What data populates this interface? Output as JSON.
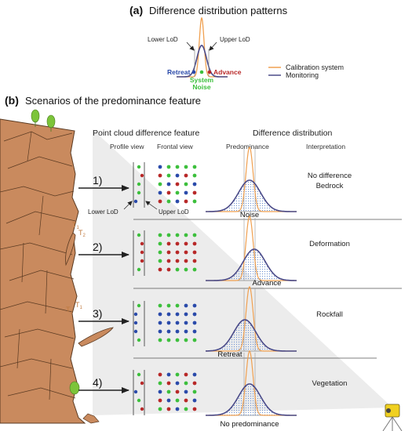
{
  "panel_a": {
    "label": "(a)",
    "title": "Difference distribution patterns",
    "lower_lod": "Lower LoD",
    "upper_lod": "Upper LoD",
    "retreat": "Retreat",
    "advance": "Advance",
    "system": "System",
    "noise": "Noise",
    "legend": [
      {
        "label": "Calibration system",
        "color": "#f0a050"
      },
      {
        "label": "Monitoring",
        "color": "#4a4a88"
      }
    ]
  },
  "panel_b": {
    "label": "(b)",
    "title": "Scenarios of the predominance feature",
    "header_feature": "Point cloud difference feature",
    "header_distribution": "Difference distribution",
    "col_profile": "Profile view",
    "col_frontal": "Frontal view",
    "col_predominance": "Predominance",
    "col_interpretation": "Interpretation",
    "lower_lod": "Lower LoD",
    "upper_lod": "Upper LoD",
    "t1": "T",
    "t2": "T",
    "sub1": "1",
    "sub2": "2",
    "scenarios": [
      {
        "num": "1)",
        "pred": "Noise",
        "interp1": "No difference",
        "interp2": "Bedrock"
      },
      {
        "num": "2)",
        "pred": "Advance",
        "interp1": "Deformation",
        "interp2": ""
      },
      {
        "num": "3)",
        "pred": "Retreat",
        "interp1": "Rockfall",
        "interp2": ""
      },
      {
        "num": "4)",
        "pred": "No predominance",
        "interp1": "Vegetation",
        "interp2": ""
      }
    ]
  },
  "colors": {
    "green": "#3cbf3c",
    "red": "#b82828",
    "blue": "#2a4aaa",
    "calibration": "#f0a050",
    "monitoring": "#4a4a88",
    "rock": "#c98a5e",
    "beam": "#e6e6e6"
  }
}
